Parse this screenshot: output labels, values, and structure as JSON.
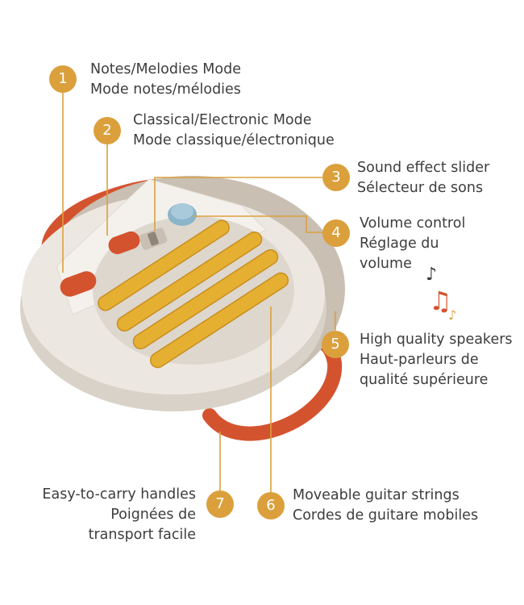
{
  "colors": {
    "accent": "#dba03c",
    "body": "#ece8e1",
    "handle": "#d4532f",
    "strings": "#e5b032",
    "speaker": "#c9bfb3",
    "knob": "#8ab4c9",
    "text": "#3d3d3d"
  },
  "callouts": [
    {
      "num": "1",
      "lines": [
        "Notes/Melodies Mode",
        "Mode notes/mélodies"
      ]
    },
    {
      "num": "2",
      "lines": [
        "Classical/Electronic Mode",
        "Mode classique/électronique"
      ]
    },
    {
      "num": "3",
      "lines": [
        "Sound effect slider",
        "Sélecteur de sons"
      ]
    },
    {
      "num": "4",
      "lines": [
        "Volume control",
        "Réglage du",
        "volume"
      ]
    },
    {
      "num": "5",
      "lines": [
        "High quality speakers",
        "Haut-parleurs de",
        "qualité supérieure"
      ]
    },
    {
      "num": "6",
      "lines": [
        "Moveable guitar strings",
        "Cordes de guitare mobiles"
      ]
    },
    {
      "num": "7",
      "lines": [
        "Easy-to-carry handles",
        "Poignées de",
        "transport facile"
      ]
    }
  ],
  "icons": [
    "music-notes-icon"
  ]
}
